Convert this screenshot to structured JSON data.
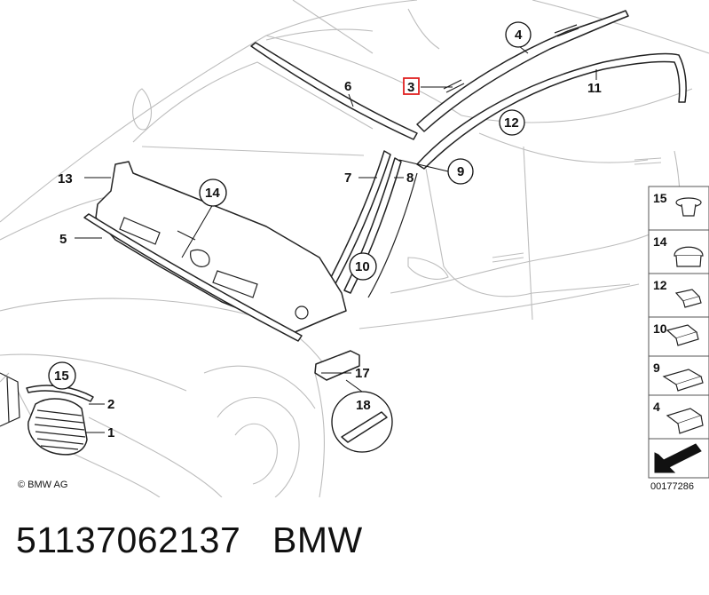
{
  "callouts": {
    "c1": "1",
    "c2": "2",
    "c3": "3",
    "c4": "4",
    "c5": "5",
    "c6": "6",
    "c7": "7",
    "c8": "8",
    "c9": "9",
    "c10": "10",
    "c11": "11",
    "c12": "12",
    "c13": "13",
    "c14": "14",
    "c15": "15",
    "c17": "17",
    "c18": "18"
  },
  "side_panel": {
    "s15": "15",
    "s14": "14",
    "s12": "12",
    "s10": "10",
    "s9": "9",
    "s4": "4"
  },
  "highlight_color": "#e02020",
  "copyright": "© BMW AG",
  "diagram_number": "00177286",
  "footer": {
    "part_number": "51137062137",
    "brand": "BMW"
  }
}
